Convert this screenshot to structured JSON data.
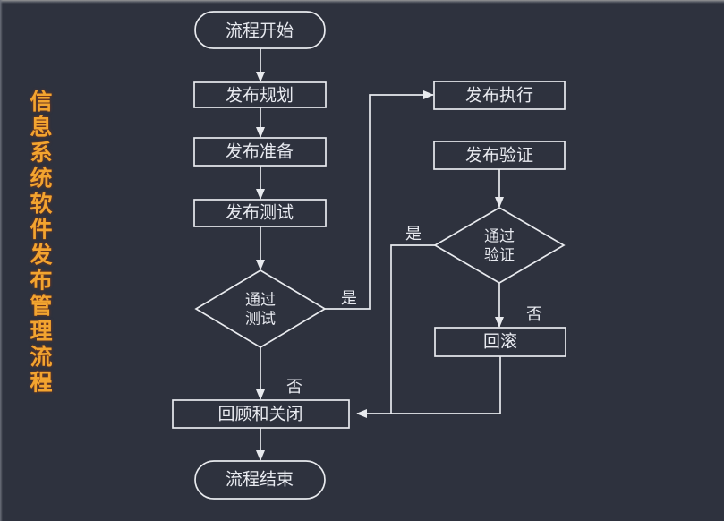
{
  "canvas": {
    "background_color": "#2e323e",
    "line_color": "#e8eaee",
    "text_color": "#e8eaf0"
  },
  "title": {
    "text": "信息系统软件发布管理流程",
    "color": "#f2a430"
  },
  "nodes": {
    "start": {
      "label": "流程开始",
      "shape": "terminator"
    },
    "planning": {
      "label": "发布规划",
      "shape": "process"
    },
    "preparation": {
      "label": "发布准备",
      "shape": "process"
    },
    "testing": {
      "label": "发布测试",
      "shape": "process"
    },
    "test_decision": {
      "line1": "通过",
      "line2": "测试",
      "shape": "decision"
    },
    "execution": {
      "label": "发布执行",
      "shape": "process"
    },
    "verification": {
      "label": "发布验证",
      "shape": "process"
    },
    "verify_decision": {
      "line1": "通过",
      "line2": "验证",
      "shape": "decision"
    },
    "rollback": {
      "label": "回滚",
      "shape": "process"
    },
    "review_close": {
      "label": "回顾和关闭",
      "shape": "process"
    },
    "end": {
      "label": "流程结束",
      "shape": "terminator"
    }
  },
  "edge_labels": {
    "test_yes": "是",
    "test_no": "否",
    "verify_yes": "是",
    "verify_no": "否"
  }
}
